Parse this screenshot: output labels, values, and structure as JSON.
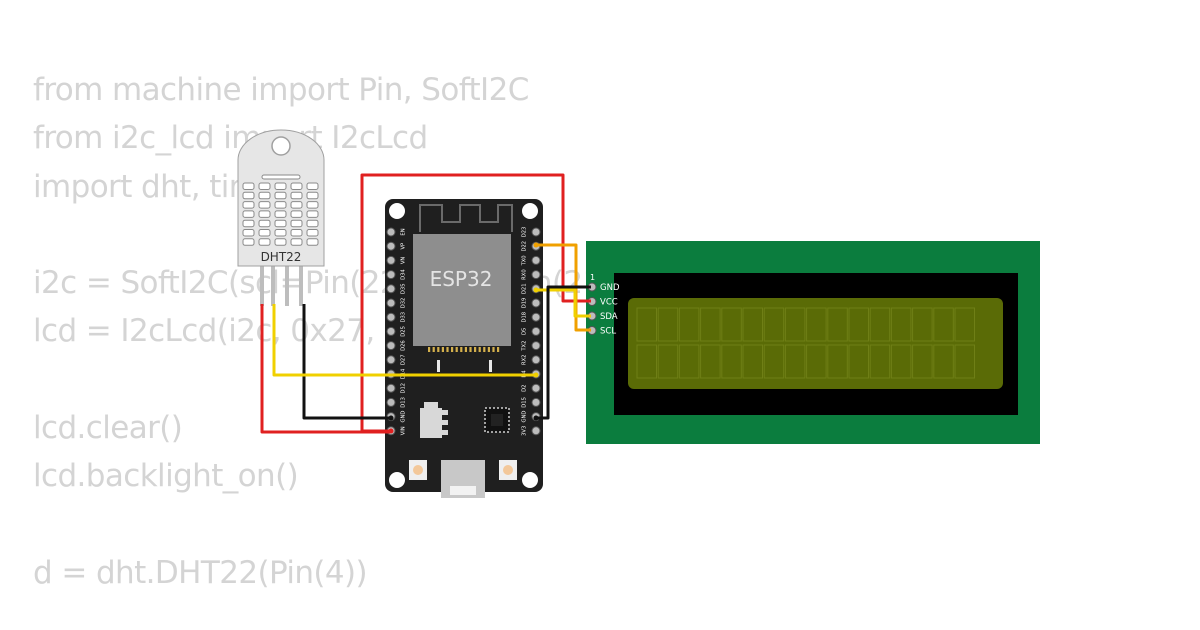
{
  "code_lines": [
    "from machine import Pin, SoftI2C",
    "from i2c_lcd import I2cLcd",
    "import dht, time",
    "",
    "i2c = SoftI2C(scl=Pin(22), sda=Pin(21))",
    "lcd = I2cLcd(i2c, 0x27, 2, 16)",
    "",
    "lcd.clear()",
    "lcd.backlight_on()",
    "",
    "d = dht.DHT22(Pin(4))"
  ],
  "dht22": {
    "label": "DHT22"
  },
  "esp32": {
    "label": "ESP32",
    "left_pins": [
      "EN",
      "VP",
      "VN",
      "D34",
      "D35",
      "D32",
      "D33",
      "D25",
      "D26",
      "D27",
      "D14",
      "D12",
      "D13",
      "GND",
      "VIN"
    ],
    "right_pins": [
      "D23",
      "D22",
      "TX0",
      "RX0",
      "D21",
      "D19",
      "D18",
      "D5",
      "TX2",
      "RX2",
      "D4",
      "D2",
      "D15",
      "GND",
      "3V3"
    ]
  },
  "lcd": {
    "pin1_marker": "1",
    "pins": [
      "GND",
      "VCC",
      "SDA",
      "SCL"
    ],
    "colors": {
      "pcb": "#0b7d3e",
      "bezel": "#000000",
      "screen": "#5a6b06"
    }
  },
  "wire_colors": {
    "power": "#e02020",
    "ground": "#111111",
    "i2c": "#f0a000",
    "data": "#f0d000"
  }
}
